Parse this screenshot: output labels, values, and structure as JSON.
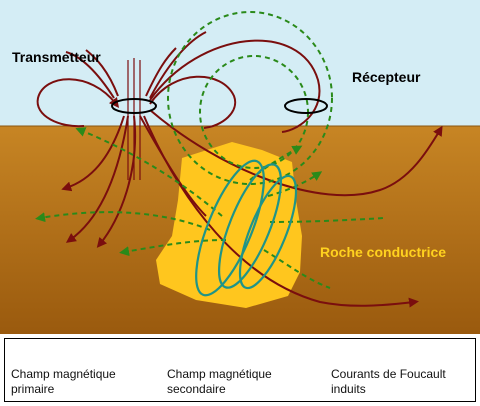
{
  "labels": {
    "transmitter": "Transmetteur",
    "receiver": "Récepteur",
    "rock": "Roche conductrice"
  },
  "legend": {
    "primary": "Champ magnétique primaire",
    "secondary": "Champ magnétique secondaire",
    "eddy": "Courants de Foucault induits"
  },
  "colors": {
    "sky": "#c9e8f2",
    "ground": "#b8731a",
    "rock": "#ffc61e",
    "primary": "#7a0e0e",
    "secondary": "#2a8a1a",
    "eddy": "#1f9488"
  }
}
